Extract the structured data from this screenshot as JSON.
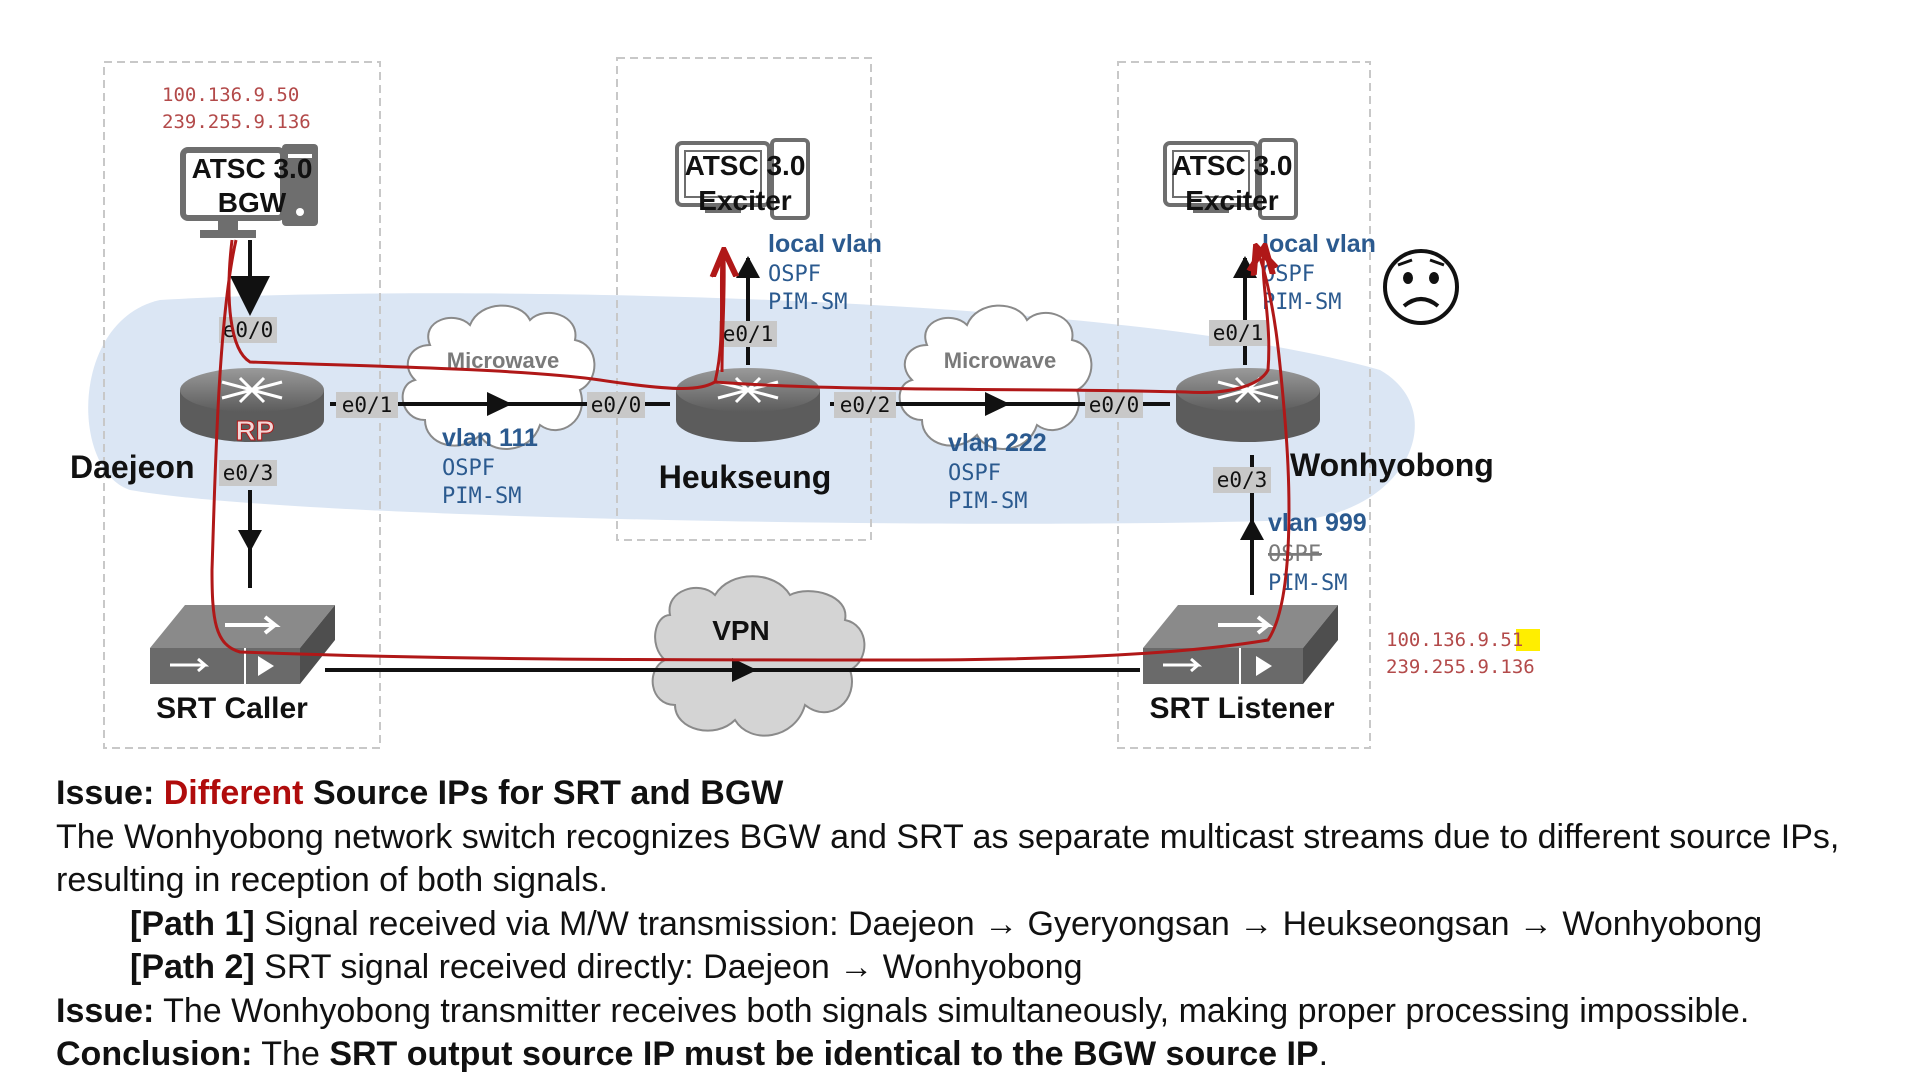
{
  "diagram": {
    "bgw": {
      "ip_source": "100.136.9.50",
      "ip_group": "239.255.9.136",
      "label_line1": "ATSC 3.0",
      "label_line2": "BGW"
    },
    "exciter_heukseung": {
      "label_line1": "ATSC 3.0",
      "label_line2": "Exciter"
    },
    "exciter_wonhyobong": {
      "label_line1": "ATSC 3.0",
      "label_line2": "Exciter"
    },
    "routers": {
      "daejeon": {
        "name": "Daejeon",
        "badge": "RP"
      },
      "heukseung": {
        "name": "Heukseung"
      },
      "wonhyobong": {
        "name": "Wonhyobong"
      }
    },
    "ports": {
      "daejeon_e0_0": "e0/0",
      "daejeon_e0_1": "e0/1",
      "daejeon_e0_3": "e0/3",
      "heukseung_e0_0": "e0/0",
      "heukseung_e0_1": "e0/1",
      "heukseung_e0_2": "e0/2",
      "wonhyobong_e0_0": "e0/0",
      "wonhyobong_e0_1": "e0/1",
      "wonhyobong_e0_3": "e0/3"
    },
    "links": {
      "mw1": {
        "cloud": "Microwave",
        "vlan": "vlan 111",
        "proto1": "OSPF",
        "proto2": "PIM-SM"
      },
      "mw2": {
        "cloud": "Microwave",
        "vlan": "vlan 222",
        "proto1": "OSPF",
        "proto2": "PIM-SM"
      },
      "heuk_local": {
        "vlan": "local vlan",
        "proto1": "OSPF",
        "proto2": "PIM-SM"
      },
      "won_local": {
        "vlan": "local vlan",
        "proto1": "OSPF",
        "proto2": "PIM-SM"
      },
      "won_srt": {
        "vlan": "vlan 999",
        "proto1": "OSPF",
        "proto2": "PIM-SM"
      },
      "vpn": {
        "cloud": "VPN"
      }
    },
    "srt_caller": {
      "label": "SRT Caller"
    },
    "srt_listener": {
      "label": "SRT Listener",
      "ip_prefix": "100.136.9.",
      "ip_highlight": "51",
      "ip_group": "239.255.9.136"
    },
    "emoji": "😟",
    "colors": {
      "signal_path": "#b01818",
      "zone_fill": "#dbe6f4",
      "device_gray": "#6e6e6e",
      "label_blue": "#2b5a8f",
      "highlight": "#ffee00"
    }
  },
  "notes": {
    "issue_heading_prefix": "Issue:",
    "issue_heading_red": "Different",
    "issue_heading_rest": "Source IPs for SRT and BGW",
    "description": "The Wonhyobong network switch recognizes BGW and SRT as separate multicast streams due to different source IPs, resulting in reception of both signals.",
    "path1_label": "[Path 1]",
    "path1_text": "Signal received via M/W transmission: Daejeon → Gyeryongsan → Heukseongsan → Wonhyobong",
    "path2_label": "[Path 2]",
    "path2_text": "SRT signal received directly: Daejeon → Wonhyobong",
    "issue2_label": "Issue:",
    "issue2_text": "The Wonhyobong transmitter receives both signals simultaneously, making proper processing impossible.",
    "conclusion_label": "Conclusion:",
    "conclusion_pre": "The",
    "conclusion_bold": "SRT output source IP must be identical to the BGW source IP",
    "conclusion_post": "."
  }
}
